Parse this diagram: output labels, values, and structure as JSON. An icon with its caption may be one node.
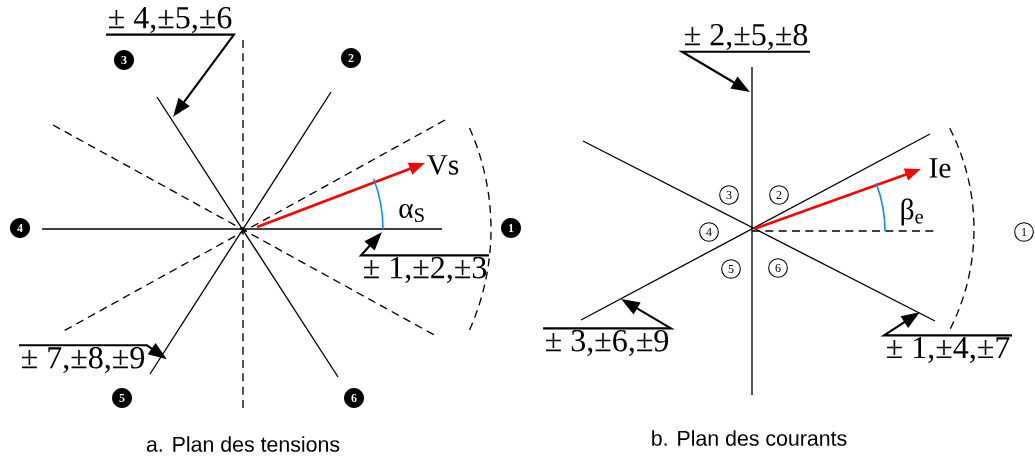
{
  "diagram": {
    "nodes": [
      {
        "text": [
          "± 4,±5,±6"
        ]
      },
      {
        "text": [
          "± 1,±2,±3"
        ]
      },
      {
        "text": [
          "± 7,±8,±9"
        ]
      },
      {
        "text": [
          "3"
        ]
      },
      {
        "text": [
          "2"
        ]
      },
      {
        "text": [
          "4"
        ]
      },
      {
        "text": [
          "1"
        ]
      },
      {
        "text": [
          "5"
        ]
      },
      {
        "text": [
          "6"
        ]
      },
      {
        "text": [
          "± 2,±5,±8"
        ]
      },
      {
        "text": [
          "± 3,±6,±9"
        ]
      },
      {
        "text": [
          "± 1,±4,±7"
        ]
      },
      {
        "text": [
          "3"
        ]
      },
      {
        "text": [
          "2"
        ]
      },
      {
        "text": [
          "4"
        ]
      },
      {
        "text": [
          "1"
        ]
      },
      {
        "text": [
          "5"
        ]
      },
      {
        "text": [
          "6"
        ]
      }
    ],
    "edges": [
      {
        "from": 0,
        "to": null,
        "arrow": "to"
      },
      {
        "from": 1,
        "to": null,
        "arrow": "to"
      },
      {
        "from": 2,
        "to": null,
        "arrow": "to"
      },
      {
        "from": 9,
        "to": null,
        "arrow": "to"
      },
      {
        "from": 10,
        "to": null,
        "arrow": "to"
      },
      {
        "from": 11,
        "to": null,
        "arrow": "to"
      }
    ],
    "labels": [
      "Vs",
      "α$_{S}$",
      "a. Plan des tensions",
      "Ie",
      "β$_{e}$",
      "b. Plan des courants"
    ]
  }
}
